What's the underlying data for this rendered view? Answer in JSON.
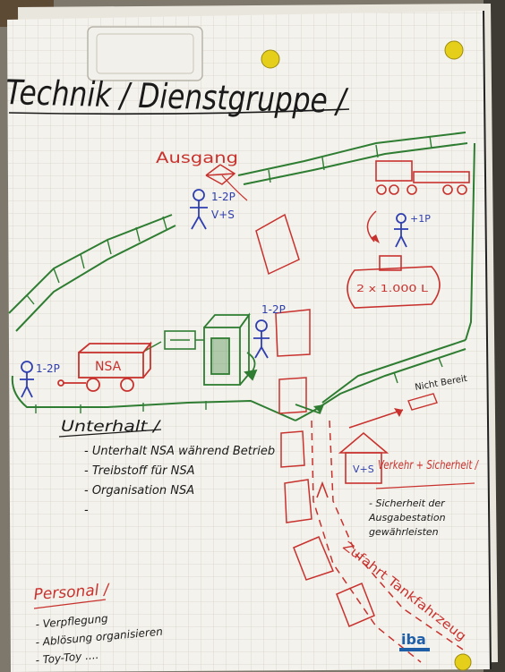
{
  "title": "Technik / Dienstgruppe /",
  "labels": {
    "ausgang": "Ausgang",
    "staff_top": "1-2P",
    "staff_top_sub": "V+S",
    "staff_right": "+1P",
    "tank": "2 x 1.000 L",
    "staff_mid": "1-2P",
    "staff_left": "1-2P",
    "nsa": "NSA",
    "vs_hut": "V+S",
    "night_label": "Nicht Bereit",
    "unterhalt_heading": "Unterhalt /",
    "verkehr_heading": "Verkehr + Sicherheit /",
    "sicherheit_text": "- Sicherheit der Ausgabestation gewährleisten",
    "zufahrt": "Zufahrt Tankfahrzeug",
    "personal_heading": "Personal /",
    "brand": "iba"
  },
  "unterhalt_items": [
    "- Unterhalt NSA während Betrieb",
    "- Treibstoff für NSA",
    "- Organisation NSA",
    "-"
  ],
  "personal_items": [
    "- Verpflegung",
    "- Ablösung organisieren",
    "- Toy-Toy ...."
  ],
  "colors": {
    "green": "#2e7d32",
    "red": "#c8322e",
    "blue": "#2f3fb0",
    "ink": "#1a1a1a",
    "paper": "#f3f1ea",
    "pin": "#e6cf1a"
  },
  "icons": [
    "magnet-clip-icon",
    "yellow-pin-icon",
    "person-icon",
    "arrow-icon"
  ]
}
